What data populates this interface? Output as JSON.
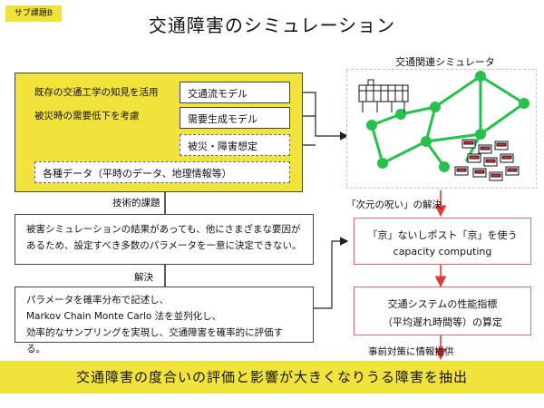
{
  "tag": "サブ課題B",
  "title": "交通障害のシミュレーション",
  "simulator_title": "交通関連シミュレータ",
  "yellow_panel": {
    "line1": "既存の交通工学の知見を活用",
    "line2": "被災時の需要低下を考慮",
    "box1": "交通流モデル",
    "box2": "需要生成モデル",
    "box3": "被災・障害想定",
    "data_box": "各種データ（平時のデータ、地理情報等）"
  },
  "issue_label": "技術的課題",
  "issue_text": [
    "被害シミュレーションの結果があっても、他にさまざまな要因が",
    "あるため、設定すべき多数のパラメータを一意に決定できない。"
  ],
  "solution_label": "解決",
  "solution_text": [
    "パラメータを確率分布で記述し、",
    "Markov Chain Monte Carlo 法を並列化し、",
    "効率的なサンプリングを実現し、交通障害を確率的に評価する。"
  ],
  "curse_label": "「次元の呪い」の解決",
  "kyo_box": [
    "「京」ないしポスト「京」を使う",
    "capacity computing"
  ],
  "perf_box": [
    "交通システムの性能指標",
    "（平均遅れ時間等）の算定"
  ],
  "info_label": "事前対策に情報提供",
  "footer": "交通障害の度合いの評価と影響が大きくなりうる障害を抽出",
  "colors": {
    "yellow": "#f2e33c",
    "network_green": "#26c04b",
    "arrow_red": "#e53935"
  }
}
